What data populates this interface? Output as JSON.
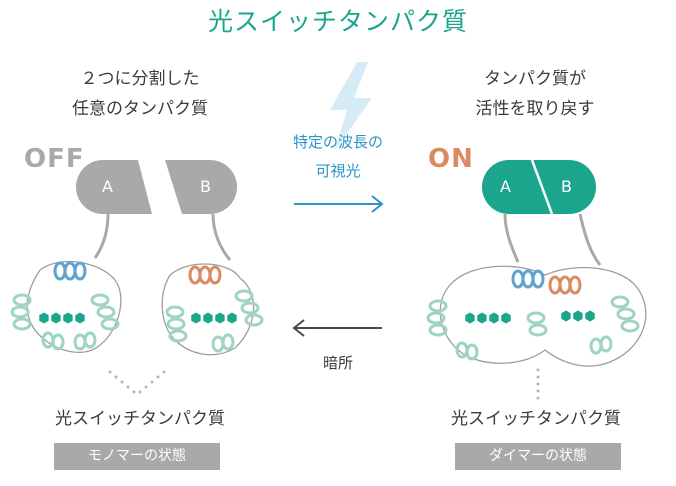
{
  "title": "光スイッチタンパク質",
  "left": {
    "heading_line1": "２つに分割した",
    "heading_line2": "任意のタンパク質",
    "state_label": "OFF",
    "part_a": "A",
    "part_b": "B",
    "caption": "光スイッチタンパク質",
    "badge": "モノマーの状態"
  },
  "right": {
    "heading_line1": "タンパク質が",
    "heading_line2": "活性を取り戻す",
    "state_label": "ON",
    "part_a": "A",
    "part_b": "B",
    "caption": "光スイッチタンパク質",
    "badge": "ダイマーの状態"
  },
  "arrows": {
    "forward_line1": "特定の波長の",
    "forward_line2": "可視光",
    "backward": "暗所"
  },
  "colors": {
    "teal": "#1ba58c",
    "gray": "#a9a9a9",
    "orange": "#dc8a63",
    "blue": "#2a93c8",
    "light_teal": "#9fd3c5"
  }
}
